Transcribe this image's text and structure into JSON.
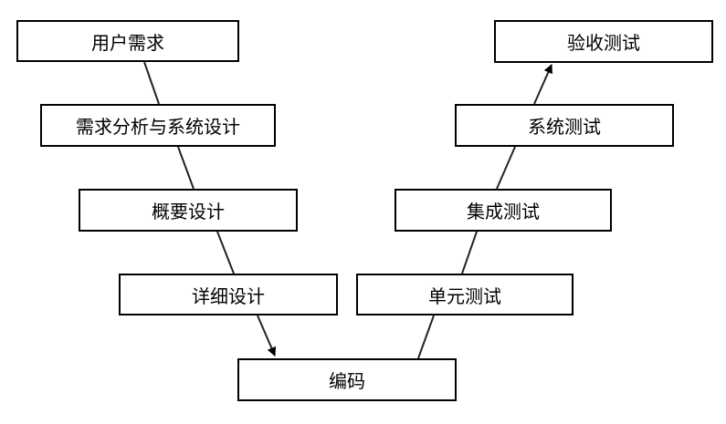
{
  "nodes": {
    "requirements": "用户需求",
    "requirements_analysis_system_design": "需求分析与系统设计",
    "high_level_design": "概要设计",
    "detailed_design": "详细设计",
    "coding": "编码",
    "unit_test": "单元测试",
    "integration_test": "集成测试",
    "system_test": "系统测试",
    "acceptance_test": "验收测试"
  },
  "colors": {
    "line": "#000000",
    "box_border": "#000000",
    "background": "#ffffff"
  }
}
